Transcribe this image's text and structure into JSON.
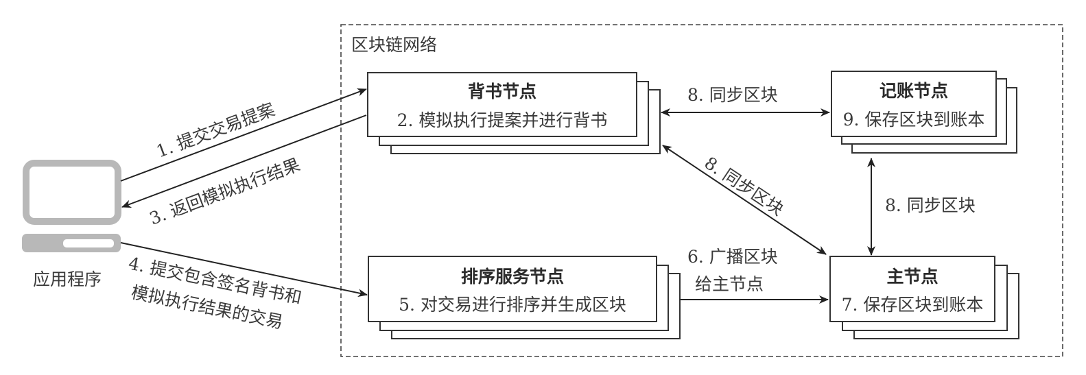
{
  "network": {
    "label": "区块链网络"
  },
  "client": {
    "label": "应用程序",
    "icon": "computer-icon",
    "icon_color": "#b8b8b8"
  },
  "nodes": {
    "endorser": {
      "title": "背书节点",
      "step": "2. 模拟执行提案并进行背书"
    },
    "committer": {
      "title": "记账节点",
      "step": "9. 保存区块到账本"
    },
    "orderer": {
      "title": "排序服务节点",
      "step": "5. 对交易进行排序并生成区块"
    },
    "leader": {
      "title": "主节点",
      "step": "7. 保存区块到账本"
    }
  },
  "edges": {
    "submit_proposal": "1. 提交交易提案",
    "return_result": "3. 返回模拟执行结果",
    "submit_tx_line1": "4. 提交包含签名背书和",
    "submit_tx_line2": "模拟执行结果的交易",
    "broadcast_line1": "6. 广播区块",
    "broadcast_line2": "给主节点",
    "sync_top": "8. 同步区块",
    "sync_diag": "8. 同步区块",
    "sync_right": "8. 同步区块"
  }
}
